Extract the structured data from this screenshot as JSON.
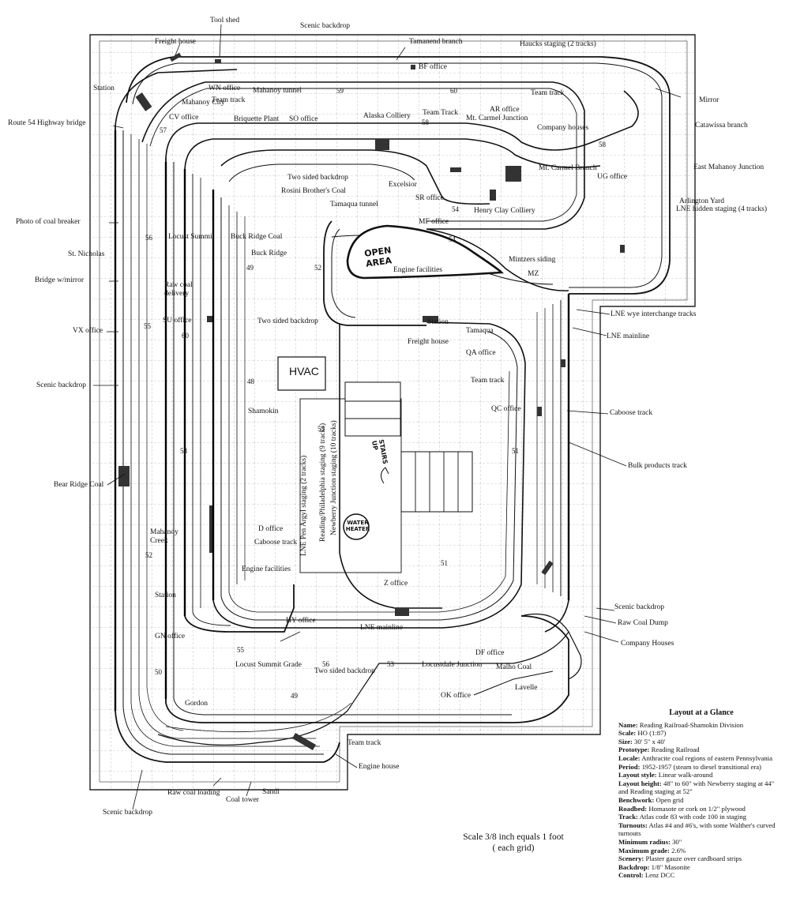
{
  "labels": {
    "tool_shed": "Tool shed",
    "scenic_backdrop_top": "Scenic backdrop",
    "freight_house_top": "Freight house",
    "tamanend_branch": "Tamanend branch",
    "haucks_staging": "Haucks staging (2 tracks)",
    "bf_office": "BF office",
    "station_top": "Station",
    "wn_office": "WN office",
    "mahanoy_tunnel": "Mahanoy tunnel",
    "team_track_top": "Team track",
    "mahanoy_city": "Mahanoy City",
    "team_track_2": "Team track",
    "mirror": "Mirror",
    "route54": "Route 54 Highway bridge",
    "cv_office": "CV office",
    "briquette_plant": "Briquette Plant",
    "so_office": "SO office",
    "alaska_colliery": "Alaska Colliery",
    "team_track_3": "Team Track",
    "ar_office": "AR office",
    "mt_carmel_junction": "Mt. Carmel Junction",
    "company_houses_top": "Company houses",
    "catawissa_branch": "Catawissa branch",
    "east_mahanoy": "East Mahanoy Junction",
    "mt_carmel_branch": "Mt. Carmel Branch",
    "ug_office": "UG office",
    "two_sided_backdrop_1": "Two sided backdrop",
    "rosini": "Rosini Brother's Coal",
    "excelsior": "Excelsior",
    "sr_office": "SR office",
    "henry_clay": "Henry Clay Colliery",
    "arlington_yard": "Arlington Yard",
    "lne_hidden": "LNE hidden staging (4 tracks)",
    "photo_coal_breaker": "Photo of coal breaker",
    "tamaqua_tunnel": "Tamaqua tunnel",
    "mf_office": "MF office",
    "locust_summit": "Locust Summit",
    "buck_ridge_coal": "Buck Ridge Coal",
    "st_nicholas": "St. Nicholas",
    "buck_ridge": "Buck Ridge",
    "mintzers": "Mintzers siding",
    "mz": "MZ",
    "open_area": "OPEN AREA",
    "engine_facilities_mid": "Engine facilities",
    "bridge_mirror": "Bridge w/mirror",
    "raw_coal_delivery": "Raw coal delivery",
    "two_sided_backdrop_2": "Two sided backdrop",
    "station_mid": "Station",
    "tamaqua": "Tamaqua",
    "lne_wye": "LNE wye interchange tracks",
    "vx_office": "VX office",
    "su_office": "SU office",
    "freight_house_mid": "Freight house",
    "lne_mainline_right": "LNE mainline",
    "qa_office": "QA office",
    "hvac": "HVAC",
    "team_track_right": "Team track",
    "scenic_backdrop_left": "Scenic backdrop",
    "shamokin": "Shamokin",
    "qc_office": "QC office",
    "caboose_track_right": "Caboose track",
    "staging_pen_argyl": "LNE Pen Argyl staging (2 tracks)",
    "staging_reading": "Reading/Philadelphia staging (9 tracks)",
    "staging_newberry": "Newberry Junction staging (10 tracks)",
    "stairs": "STAIRS UP",
    "bulk_products": "Bulk products track",
    "bear_ridge": "Bear Ridge Coal",
    "water_heater": "WATER HEATER",
    "mahanoy_creek": "Mahanoy Creek",
    "d_office": "D office",
    "caboose_track_left": "Caboose track",
    "engine_facilities_left": "Engine facilities",
    "z_office": "Z office",
    "station_left": "Station",
    "hy_office": "HY office",
    "lne_mainline_bottom": "LNE mainline",
    "scenic_backdrop_right": "Scenic backdrop",
    "raw_coal_dump": "Raw Coal Dump",
    "company_houses_right": "Company Houses",
    "gn_office": "GN office",
    "locust_summit_grade": "Locust Summit Grade",
    "two_sided_backdrop_3": "Two sided backdrop",
    "locustdale": "Locustdale Junction",
    "df_office": "DF office",
    "malho_coal": "Malho Coal",
    "lavelle": "Lavelle",
    "gordon": "Gordon",
    "ok_office": "OK office",
    "team_track_bottom": "Team track",
    "engine_house": "Engine house",
    "raw_coal_loading": "Raw coal loading",
    "sandi": "Sandi",
    "coal_tower": "Coal tower",
    "scenic_backdrop_bottom": "Scenic backdrop"
  },
  "grade_numbers": {
    "n59": "59",
    "n60": "60",
    "n58a": "58",
    "n57": "57",
    "n58b": "58",
    "n54": "54",
    "n54b": "54",
    "n56": "56",
    "n52": "52",
    "n49a": "49",
    "n55a": "55",
    "n60b": "60",
    "n48": "48",
    "n53": "53",
    "n58c": "58",
    "n51a": "51",
    "n52b": "52",
    "n51b": "51",
    "n55b": "55",
    "n50": "50",
    "n53b": "53",
    "n49b": "49",
    "n56b": "56"
  },
  "scale_note": {
    "line1": "Scale 3/8 inch equals 1 foot",
    "line2": "( each grid)"
  },
  "layout_at_a_glance": {
    "title": "Layout at a Glance",
    "rows": [
      {
        "key": "Name:",
        "value": "Reading Railroad-Shamokin Division"
      },
      {
        "key": "Scale:",
        "value": "HO (1:87)"
      },
      {
        "key": "Size:",
        "value": "30' 5\" x 40'"
      },
      {
        "key": "Prototype:",
        "value": "Reading Railroad"
      },
      {
        "key": "Locale:",
        "value": "Anthracite coal regions of eastern Pennsylvania"
      },
      {
        "key": "Period:",
        "value": "1952-1957 (steam to diesel transitional era)"
      },
      {
        "key": "Layout style:",
        "value": "Linear walk-around"
      },
      {
        "key": "Layout height:",
        "value": "48\" to 60\" with Newberry staging at 44\" and Reading staging at 52\""
      },
      {
        "key": "Benchwork:",
        "value": "Open grid"
      },
      {
        "key": "Roadbed:",
        "value": "Homasote or cork on 1/2\" plywood"
      },
      {
        "key": "Track:",
        "value": "Atlas code 83 with code 100 in staging"
      },
      {
        "key": "Turnouts:",
        "value": "Atlas #4 and #6's, with some Walther's curved turnouts"
      },
      {
        "key": "Minimum radius:",
        "value": "30\""
      },
      {
        "key": "Maximum grade:",
        "value": "2.6%"
      },
      {
        "key": "Scenery:",
        "value": "Plaster gauze over cardboard strips"
      },
      {
        "key": "Backdrop:",
        "value": "1/8\" Masonite"
      },
      {
        "key": "Control:",
        "value": "Lenz DCC"
      }
    ]
  }
}
